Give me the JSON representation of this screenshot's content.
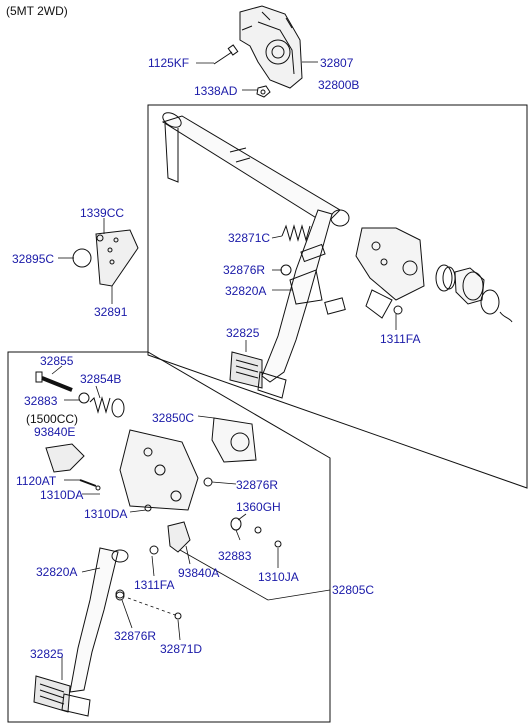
{
  "title": "(5MT 2WD)",
  "labels": {
    "l_1125kf": "1125KF",
    "l_32807": "32807",
    "l_1338ad": "1338AD",
    "l_32800b": "32800B",
    "l_1339cc": "1339CC",
    "l_32871c_upper": "32871C",
    "l_32895c": "32895C",
    "l_32876r_upper": "32876R",
    "l_32820a_upper": "32820A",
    "l_32891": "32891",
    "l_1311fa_upper": "1311FA",
    "l_32825_upper": "32825",
    "l_32855": "32855",
    "l_32854b": "32854B",
    "l_32883_left": "32883",
    "l_93840e": "93840E",
    "l_32850c": "32850C",
    "l_1120at": "1120AT",
    "l_1310da_1": "1310DA",
    "l_32876r_mid": "32876R",
    "l_1310da_2": "1310DA",
    "l_1360gh": "1360GH",
    "l_32883_right": "32883",
    "l_1311fa_lower": "1311FA",
    "l_93840a": "93840A",
    "l_1310ja": "1310JA",
    "l_32820a_lower": "32820A",
    "l_32805c": "32805C",
    "l_32876r_lower": "32876R",
    "l_32871d": "32871D",
    "l_32825_lower": "32825"
  },
  "notes": {
    "engine_variant": "(1500CC)"
  },
  "colors": {
    "label": "#1a1aa8",
    "line": "#111111"
  }
}
